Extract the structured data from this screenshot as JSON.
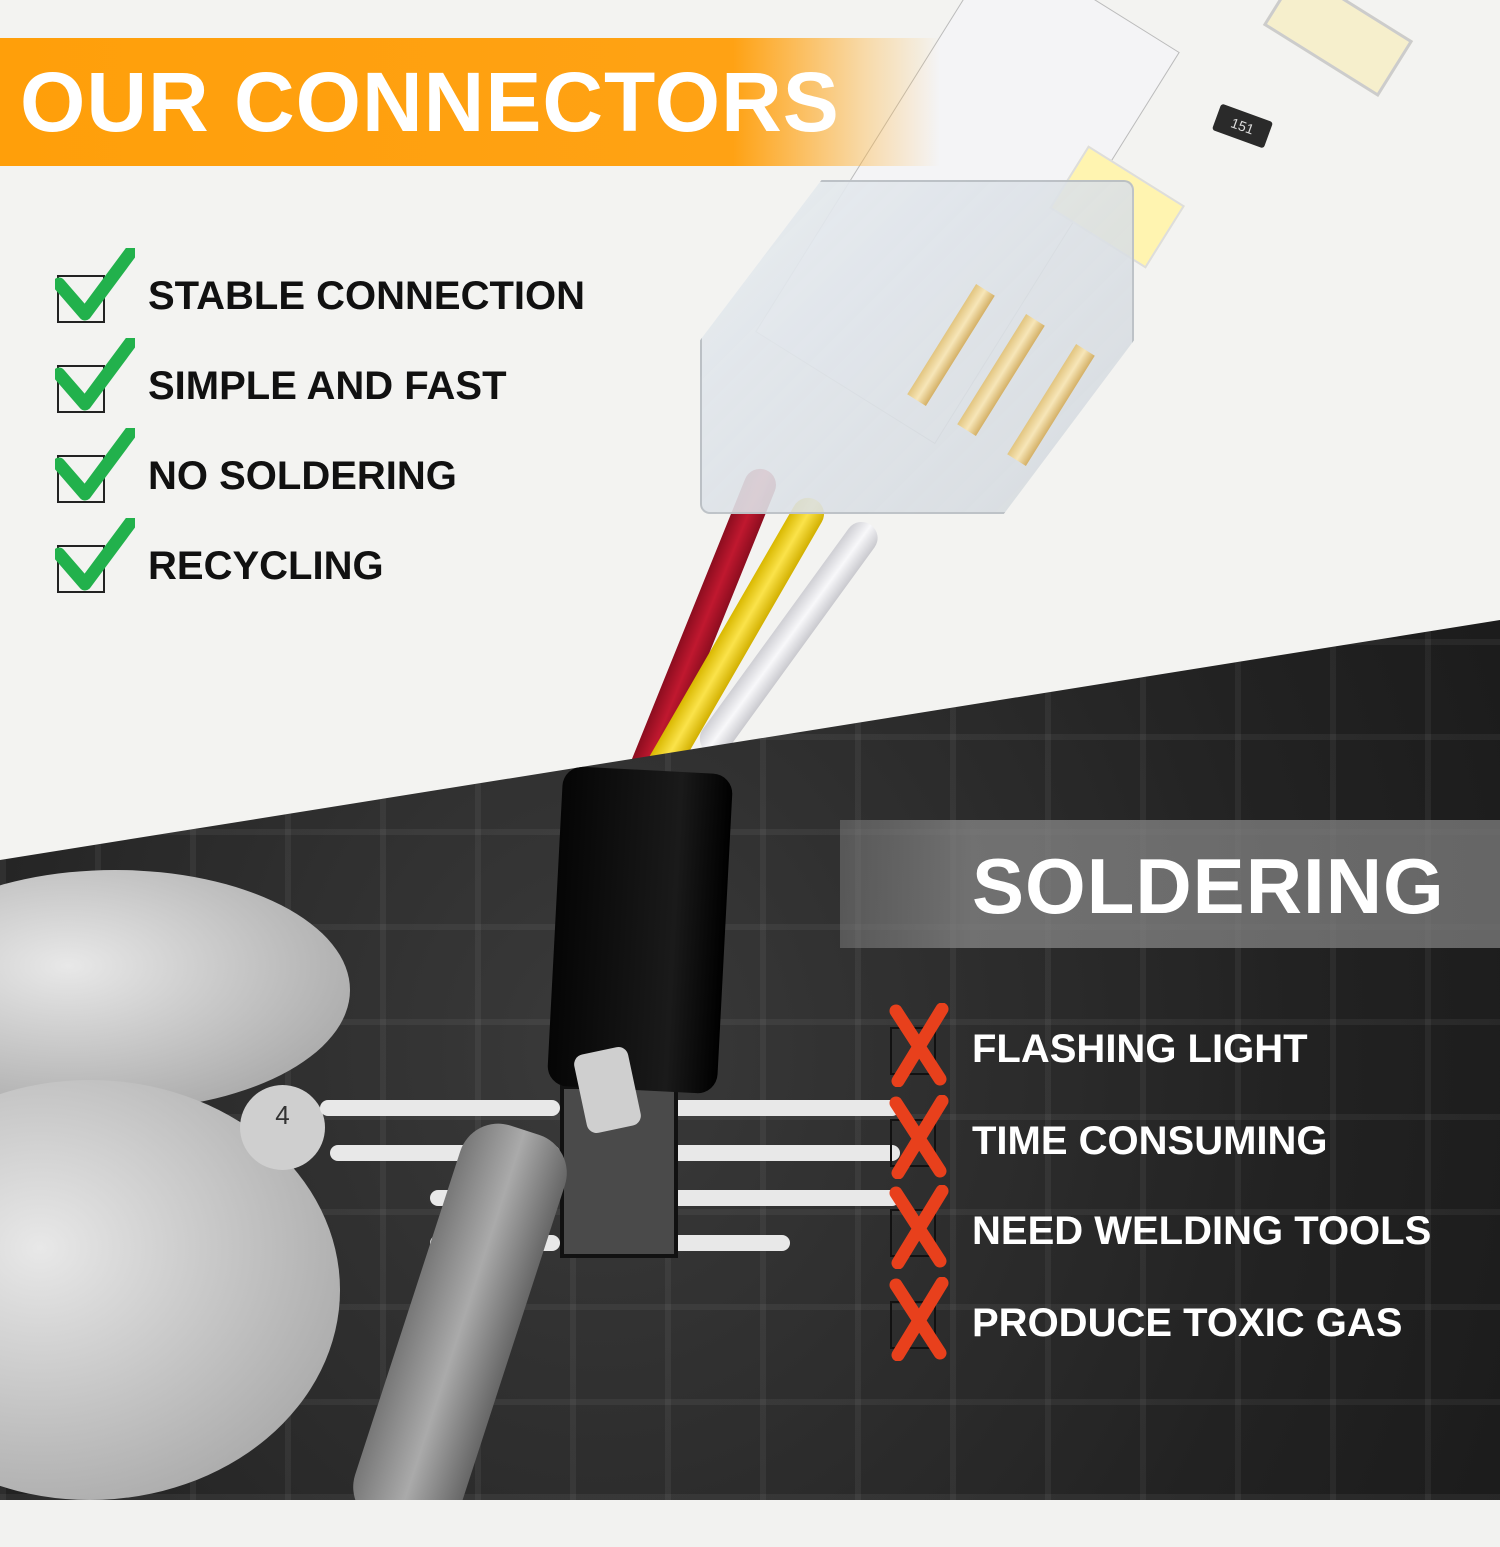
{
  "colors": {
    "banner_orange": "#ffa214",
    "check_green": "#22b14c",
    "x_red": "#e8401c",
    "wire_red": "#b0142a",
    "wire_yellow": "#f2d21e",
    "wire_white": "#e8e8ec"
  },
  "top_section": {
    "title": "OUR CONNECTORS",
    "pros": [
      {
        "label": "STABLE CONNECTION",
        "icon": "check-icon"
      },
      {
        "label": "SIMPLE AND FAST",
        "icon": "check-icon"
      },
      {
        "label": "NO SOLDERING",
        "icon": "check-icon"
      },
      {
        "label": "RECYCLING",
        "icon": "check-icon"
      }
    ],
    "product": {
      "resistor_marking": "151"
    }
  },
  "bottom_section": {
    "title": "SOLDERING",
    "cons": [
      {
        "label": "FLASHING LIGHT",
        "icon": "x-icon"
      },
      {
        "label": "TIME CONSUMING",
        "icon": "x-icon"
      },
      {
        "label": "NEED WELDING TOOLS",
        "icon": "x-icon"
      },
      {
        "label": "PRODUCE TOXIC GAS",
        "icon": "x-icon"
      }
    ],
    "capacitor_marking": "4"
  }
}
